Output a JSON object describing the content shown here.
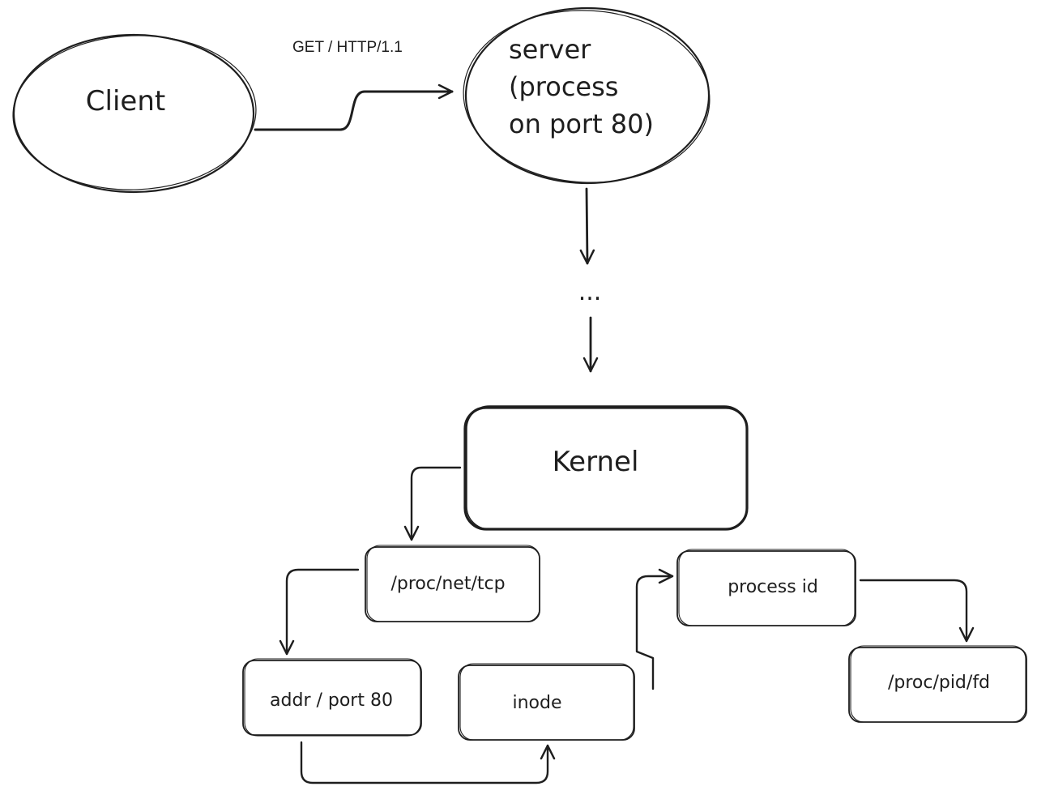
{
  "nodes": {
    "client": {
      "label": "Client"
    },
    "server": {
      "lines": [
        "server",
        "(process",
        "on port 80)"
      ]
    },
    "ellipsis": {
      "label": "..."
    },
    "kernel": {
      "label": "Kernel"
    },
    "proc_net_tcp": {
      "label": "/proc/net/tcp"
    },
    "addr_port": {
      "label": "addr / port 80"
    },
    "inode": {
      "label": "inode"
    },
    "process_id": {
      "label": "process id"
    },
    "proc_pid_fd": {
      "label": "/proc/pid/fd"
    }
  },
  "edges": {
    "client_to_server": {
      "label": "GET / HTTP/1.1"
    }
  },
  "colors": {
    "stroke": "#1e1e1e",
    "background": "#ffffff"
  }
}
